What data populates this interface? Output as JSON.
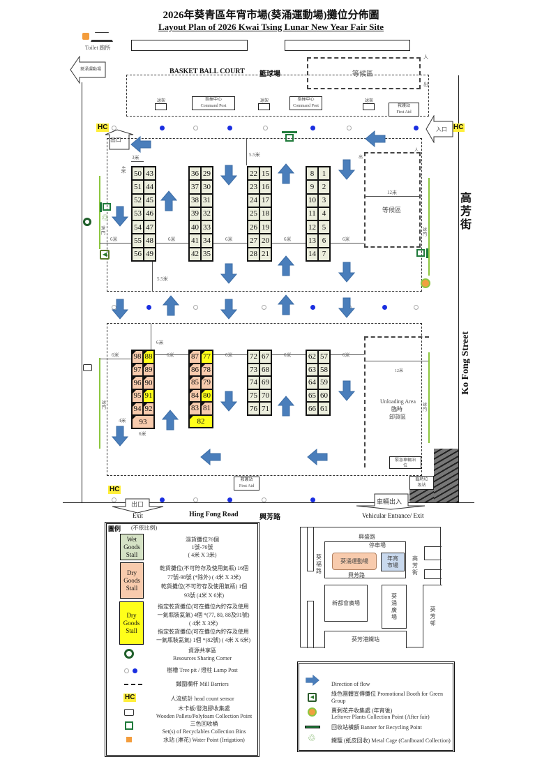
{
  "title": {
    "zh": "2026年葵青區年宵市場(葵涌運動場)攤位分佈圖",
    "en": "Layout Plan of 2026 Kwai Tsing Lunar New Year Fair Site"
  },
  "labels": {
    "toilet": "Toilet 廁所",
    "sports_ground_arrow": "葵涌運動場",
    "basketball_en": "BASKET BALL COURT",
    "basketball_zh": "籃球場",
    "waiting_area": "等候區",
    "in": "人",
    "out": "出",
    "hoop": "球架",
    "command_zh": "指揮中心",
    "command_en": "Command Post",
    "first_aid_zh": "救護站",
    "first_aid_en": "First Aid",
    "hc": "HC",
    "exit_zh": "出口",
    "entrance_zh": "入口",
    "exit_en": "Exit",
    "goal": "球門",
    "ko_fong_zh": "高芳街",
    "ko_fong_en": "Ko Fong Street",
    "unloading_en": "Unloading Area",
    "unloading_zh1": "臨時",
    "unloading_zh2": "卸貨區",
    "emergency": "緊急車輛泊位",
    "refuse": "臨時垃圾站",
    "vehicle_zh": "車輛出入",
    "vehicle_en": "Vehicular Entrance/ Exit",
    "hing_fong_en": "Hing Fong Road",
    "hing_fong_zh": "興芳路"
  },
  "dims": {
    "d3": "3米",
    "d4": "4米",
    "d6": "6米",
    "d55": "5.5米",
    "d12": "12米"
  },
  "stall_blocks": [
    [
      [
        "50",
        "43"
      ],
      [
        "51",
        "44"
      ],
      [
        "52",
        "45"
      ],
      [
        "53",
        "46"
      ],
      [
        "54",
        "47"
      ],
      [
        "55",
        "48"
      ],
      [
        "56",
        "49"
      ]
    ],
    [
      [
        "36",
        "29"
      ],
      [
        "37",
        "30"
      ],
      [
        "38",
        "31"
      ],
      [
        "39",
        "32"
      ],
      [
        "40",
        "33"
      ],
      [
        "41",
        "34"
      ],
      [
        "42",
        "35"
      ]
    ],
    [
      [
        "22",
        "15"
      ],
      [
        "23",
        "16"
      ],
      [
        "24",
        "17"
      ],
      [
        "25",
        "18"
      ],
      [
        "26",
        "19"
      ],
      [
        "27",
        "20"
      ],
      [
        "28",
        "21"
      ]
    ],
    [
      [
        "8",
        "1"
      ],
      [
        "9",
        "2"
      ],
      [
        "10",
        "3"
      ],
      [
        "11",
        "4"
      ],
      [
        "12",
        "5"
      ],
      [
        "13",
        "6"
      ],
      [
        "14",
        "7"
      ]
    ],
    [
      [
        "98",
        "88"
      ],
      [
        "97",
        "89"
      ],
      [
        "96",
        "90"
      ],
      [
        "95",
        "91"
      ],
      [
        "94",
        "92"
      ],
      [
        "93"
      ]
    ],
    [
      [
        "87",
        "77"
      ],
      [
        "86",
        "78"
      ],
      [
        "85",
        "79"
      ],
      [
        "84",
        "80"
      ],
      [
        "83",
        "81"
      ],
      [
        "82"
      ]
    ],
    [
      [
        "72",
        "67"
      ],
      [
        "73",
        "68"
      ],
      [
        "74",
        "69"
      ],
      [
        "75",
        "70"
      ],
      [
        "76",
        "71"
      ]
    ],
    [
      [
        "62",
        "57"
      ],
      [
        "63",
        "58"
      ],
      [
        "64",
        "59"
      ],
      [
        "65",
        "60"
      ],
      [
        "66",
        "61"
      ]
    ]
  ],
  "designated_dry": [
    "77",
    "80",
    "82",
    "88",
    "91"
  ],
  "colors": {
    "wet": "#eceedd",
    "dry": "#f8cbad",
    "designated": "#ffff1a",
    "arrow": "#4a7ebb",
    "hc": "#ffef3a",
    "lamp": "#1a2ee0"
  },
  "legend": {
    "title": "圖例",
    "subtitle": "(不依比例)",
    "wet_swatch": "Wet Goods Stall",
    "dry_swatch": "Dry Goods Stall",
    "dry2_swatch": "Dry Goods Stall",
    "wet_1": "濕貨攤位76個",
    "wet_2": "1號-76號",
    "wet_3": "( 4米 X 3米)",
    "dry_1": "乾貨攤位(不可貯存及使用氣瓶) 16個",
    "dry_2": "77號-98號 (*除外) ( 4米 X 3米)",
    "dry_3": "乾貨攤位(不可貯存及使用氣瓶) 1個",
    "dry_4": "93號 (4米 X 6米)",
    "des_1": "指定乾貨攤位(可在攤位內貯存及使用",
    "des_2": "一氣瓶裝氦氣) 4個  *(77, 80, 88及91號)",
    "des_3": "( 4米 X 3米)",
    "des_4": "指定乾貨攤位(可在攤位內貯存及使用",
    "des_5": "一氣瓶裝氦氣) 1個  *(82號) ( 4米 X 6米)",
    "res_zh": "資源共享區",
    "res_en": "Resources Sharing Corner",
    "tree": "樹槽 Tree pit / 燈柱 Lamp Post",
    "barrier": "鐵圍欄杆 Mill Barriers",
    "hc": "人流統計 head count sensor",
    "pallet_zh": "木卡板/發泡膠收集處",
    "pallet_en": "Wooden Pallets/Polyfoam Collection Point",
    "bins_zh": "三色回收桶",
    "bins_en": "Set(s) of Recyclables Collection Bins",
    "water": "水站 (淋花) Water Point (Irrigation)"
  },
  "legend2": {
    "flow": "Direction of flow",
    "green_booth": "綠色團體宣傳攤位 Promotional Booth for Green Group",
    "plants_zh": "賣剩花卉收集處 (年宵後)",
    "plants_en": "Leftover Plants Collection Point (After fair)",
    "banner": "回收站橫額 Banner for Recycling Point",
    "cage": "鐵籠 (紙皮回收) Metal Cage (Cardboard Collection)"
  },
  "map": {
    "hing_shing": "興盛路",
    "parking": "停車場",
    "sports": "葵涌運動場",
    "fair": "年宵市場",
    "hing_fong": "興芳路",
    "kwai_fuk": "葵福路",
    "ko_fong": "高芳街",
    "metroplaza": "新都會廣場",
    "kcc": "葵涌廣場",
    "kwai_fong_estate": "葵芳邨",
    "mtr": "葵芳港鐵站"
  }
}
